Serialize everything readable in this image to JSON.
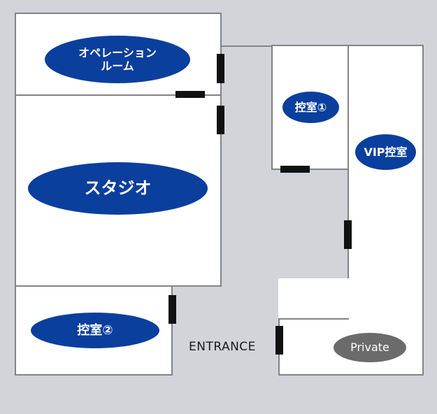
{
  "colors": {
    "background": "#d2d4da",
    "room_fill": "#ffffff",
    "wall": "#838383",
    "door": "#111111",
    "label_blue": "#0b3f9d",
    "label_gray": "#6b6b6b"
  },
  "rooms": {
    "operation_room": {
      "line1": "オペレーション",
      "line2": "ルーム"
    },
    "studio": "スタジオ",
    "waiting_room_1": "控室①",
    "waiting_room_2": "控室②",
    "vip_waiting_room": "VIP控室",
    "private": "Private"
  },
  "entrance": "ENTRANCE"
}
